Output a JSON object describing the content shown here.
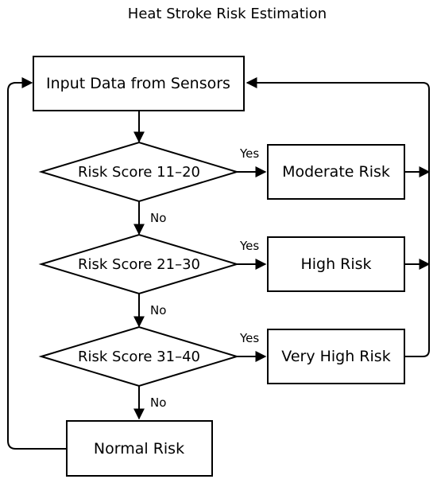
{
  "title": "Heat Stroke Risk Estimation",
  "nodes": {
    "input": "Input Data from Sensors",
    "decision1": "Risk Score 11–20",
    "decision2": "Risk Score 21–30",
    "decision3": "Risk Score 31–40",
    "moderate": "Moderate Risk",
    "high": "High Risk",
    "very_high": "Very High Risk",
    "normal": "Normal Risk"
  },
  "edge_labels": {
    "yes1": "Yes",
    "yes2": "Yes",
    "yes3": "Yes",
    "no1": "No",
    "no2": "No",
    "no3": "No"
  }
}
